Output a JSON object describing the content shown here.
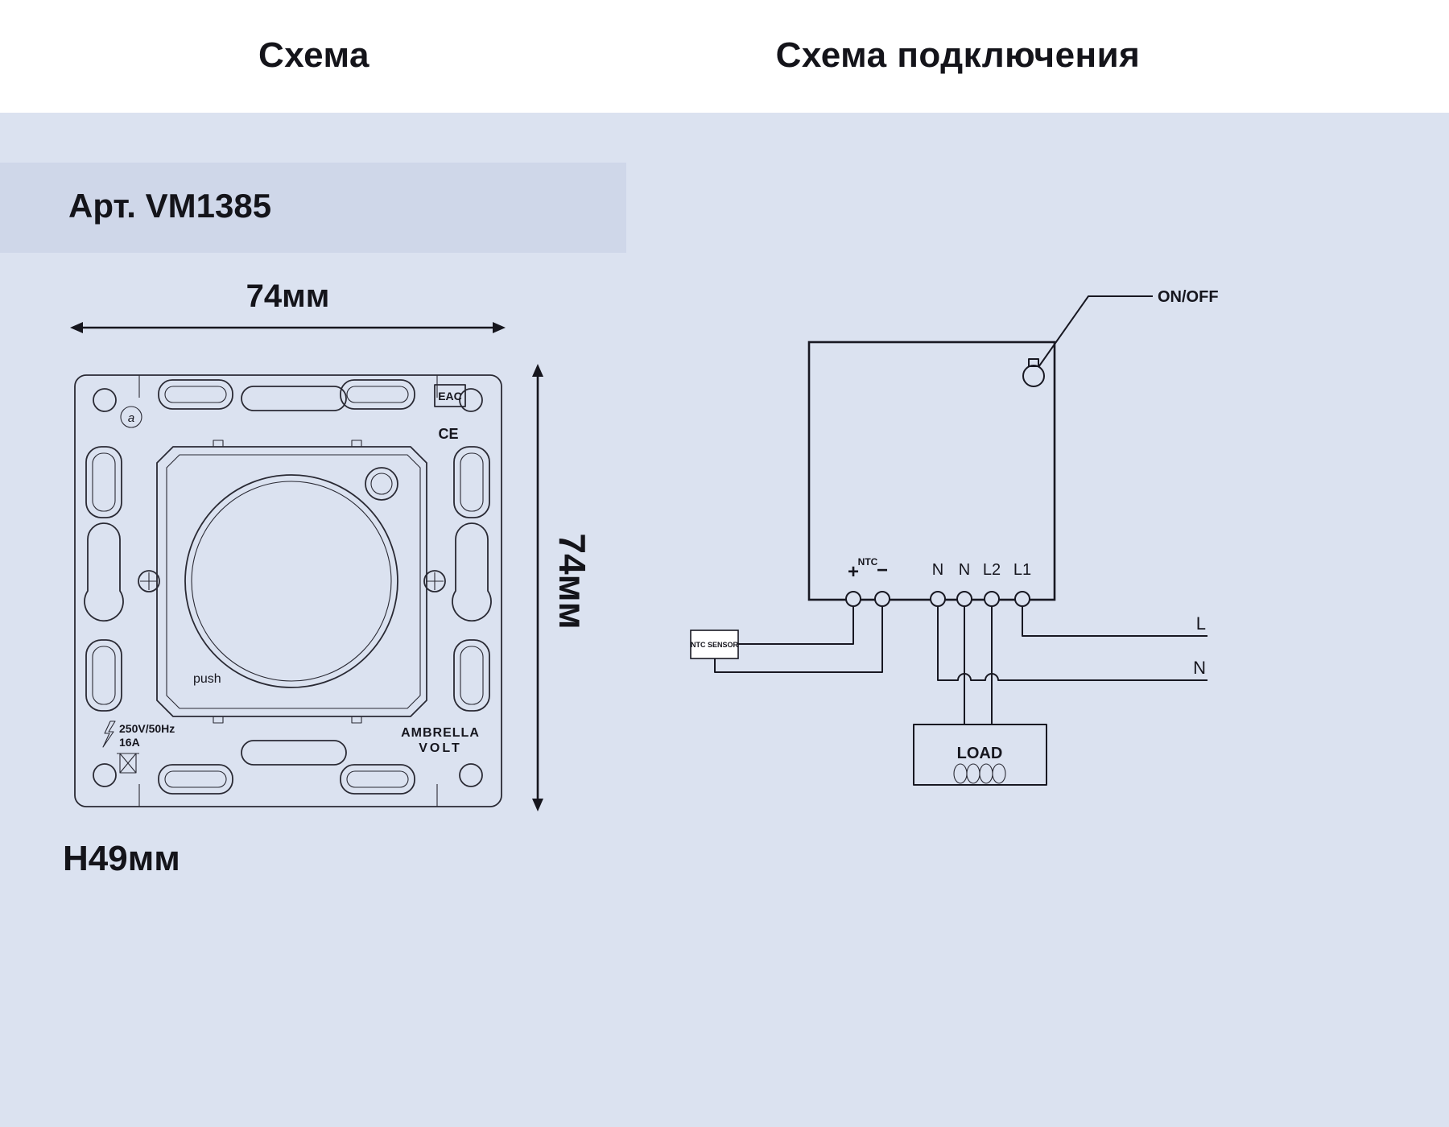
{
  "page": {
    "left_title": "Схема",
    "right_title": "Схема подключения",
    "article": "Арт. VM1385"
  },
  "left": {
    "width_label": "74мм",
    "height_label": "74мм",
    "depth_label": "H49мм",
    "push": "push",
    "rating1": "250V/50Hz",
    "rating2": "16A",
    "brand1": "AMBRELLA",
    "brand2": "VOLT",
    "eac": "EAC",
    "ce": "CE",
    "logo": "a"
  },
  "wiring": {
    "onoff": "ON/OFF",
    "t_plus": "+",
    "t_ntc": "NTC",
    "t_minus": "−",
    "t_n1": "N",
    "t_n2": "N",
    "t_l2": "L2",
    "t_l1": "L1",
    "sensor": "NTC SENSOR",
    "load": "LOAD",
    "line_l": "L",
    "line_n": "N"
  },
  "colors": {
    "background": "#dbe2f0",
    "band": "#cfd7e9",
    "line": "#181822"
  }
}
